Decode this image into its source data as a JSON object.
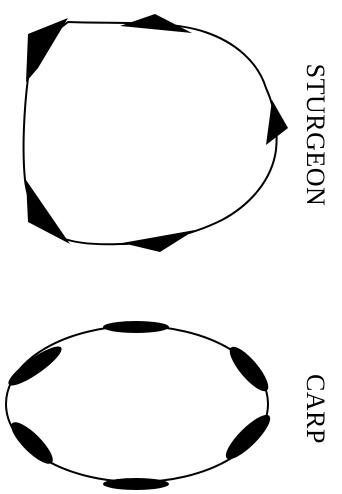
{
  "figures": [
    {
      "id": "sturgeon",
      "label": "STURGEON"
    },
    {
      "id": "carp",
      "label": "CARP"
    }
  ],
  "colors": {
    "ink": "#000000",
    "background": "#ffffff"
  }
}
